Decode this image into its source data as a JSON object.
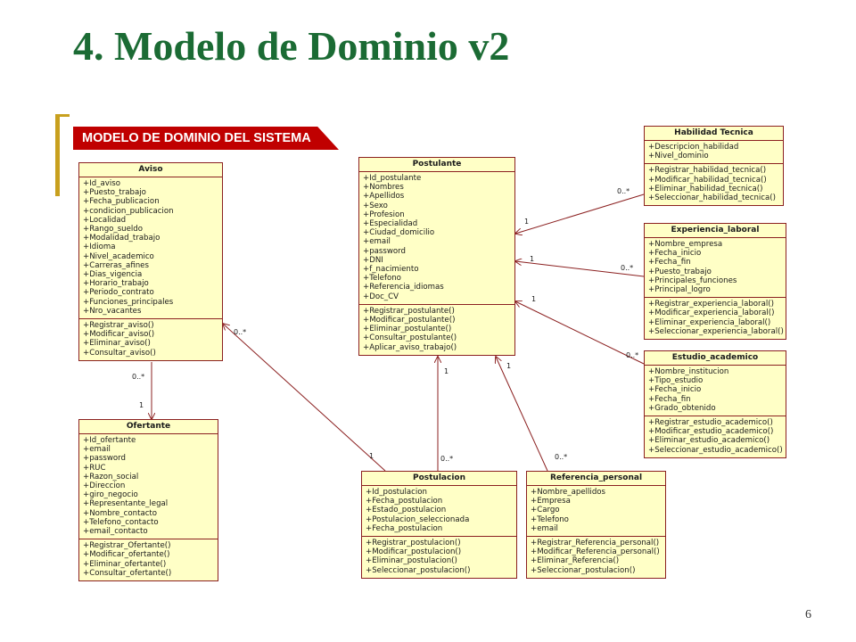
{
  "slide": {
    "title": "4. Modelo de Dominio v2",
    "page_number": "6"
  },
  "diagram": {
    "banner": "MODELO DE DOMINIO DEL SISTEMA",
    "classes": {
      "aviso": {
        "name": "Aviso",
        "attributes": [
          "+Id_aviso",
          "+Puesto_trabajo",
          "+Fecha_publicacion",
          "+condicion_publicacion",
          "+Localidad",
          "+Rango_sueldo",
          "+Modalidad_trabajo",
          "+Idioma",
          "+Nivel_academico",
          "+Carreras_afines",
          "+Dias_vigencia",
          "+Horario_trabajo",
          "+Periodo_contrato",
          "+Funciones_principales",
          "+Nro_vacantes"
        ],
        "operations": [
          "+Registrar_aviso()",
          "+Modificar_aviso()",
          "+Eliminar_aviso()",
          "+Consultar_aviso()"
        ]
      },
      "postulante": {
        "name": "Postulante",
        "attributes": [
          "+Id_postulante",
          "+Nombres",
          "+Apellidos",
          "+Sexo",
          "+Profesion",
          "+Especialidad",
          "+Ciudad_domicilio",
          "+email",
          "+password",
          "+DNI",
          "+f_nacimiento",
          "+Telefono",
          "+Referencia_idiomas",
          "+Doc_CV"
        ],
        "operations": [
          "+Registrar_postulante()",
          "+Modificar_postulante()",
          "+Eliminar_postulante()",
          "+Consultar_postulante()",
          "+Aplicar_aviso_trabajo()"
        ]
      },
      "habilidad_tecnica": {
        "name": "Habilidad Tecnica",
        "attributes": [
          "+Descripcion_habilidad",
          "+Nivel_dominio"
        ],
        "operations": [
          "+Registrar_habilidad_tecnica()",
          "+Modificar_habilidad_tecnica()",
          "+Eliminar_habilidad_tecnica()",
          "+Seleccionar_habilidad_tecnica()"
        ]
      },
      "experiencia_laboral": {
        "name": "Experiencia_laboral",
        "attributes": [
          "+Nombre_empresa",
          "+Fecha_inicio",
          "+Fecha_fin",
          "+Puesto_trabajo",
          "+Principales_funciones",
          "+Principal_logro"
        ],
        "operations": [
          "+Registrar_experiencia_laboral()",
          "+Modificar_experiencia_laboral()",
          "+Eliminar_experiencia_laboral()",
          "+Seleccionar_experiencia_laboral()"
        ]
      },
      "estudio_academico": {
        "name": "Estudio_academico",
        "attributes": [
          "+Nombre_institucion",
          "+Tipo_estudio",
          "+Fecha_inicio",
          "+Fecha_fin",
          "+Grado_obtenido"
        ],
        "operations": [
          "+Registrar_estudio_academico()",
          "+Modificar_estudio_academico()",
          "+Eliminar_estudio_academico()",
          "+Seleccionar_estudio_academico()"
        ]
      },
      "ofertante": {
        "name": "Ofertante",
        "attributes": [
          "+Id_ofertante",
          "+email",
          "+password",
          "+RUC",
          "+Razon_social",
          "+Direccion",
          "+giro_negocio",
          "+Representante_legal",
          "+Nombre_contacto",
          "+Telefono_contacto",
          "+email_contacto"
        ],
        "operations": [
          "+Registrar_Ofertante()",
          "+Modificar_ofertante()",
          "+Eliminar_ofertante()",
          "+Consultar_ofertante()"
        ]
      },
      "postulacion": {
        "name": "Postulacion",
        "attributes": [
          "+Id_postulacion",
          "+Fecha_postulacion",
          "+Estado_postulacion",
          "+Postulacion_seleccionada",
          "+Fecha_postulacion"
        ],
        "operations": [
          "+Registrar_postulacion()",
          "+Modificar_postulacion()",
          "+Eliminar_postulacion()",
          "+Seleccionar_postulacion()"
        ]
      },
      "referencia_personal": {
        "name": "Referencia_personal",
        "attributes": [
          "+Nombre_apellidos",
          "+Empresa",
          "+Cargo",
          "+Telefono",
          "+email"
        ],
        "operations": [
          "+Registrar_Referencia_personal()",
          "+Modificar_Referencia_personal()",
          "+Eliminar_Referencia()",
          "+Seleccionar_postulacion()"
        ]
      }
    },
    "multiplicities": {
      "habilidad_many": "0..*",
      "habilidad_one": "1",
      "experiencia_one": "1",
      "experiencia_many": "0..*",
      "estudio_one": "1",
      "estudio_many": "0..*",
      "aviso_ofertante_many": "0..*",
      "aviso_ofertante_one": "1",
      "aviso_postulacion_many": "0..*",
      "aviso_postulacion_one": "1",
      "postulante_postulacion_one": "1",
      "postulante_postulacion_many": "0..*",
      "postulante_referencia_one": "1",
      "postulante_referencia_many": "0..*"
    }
  }
}
